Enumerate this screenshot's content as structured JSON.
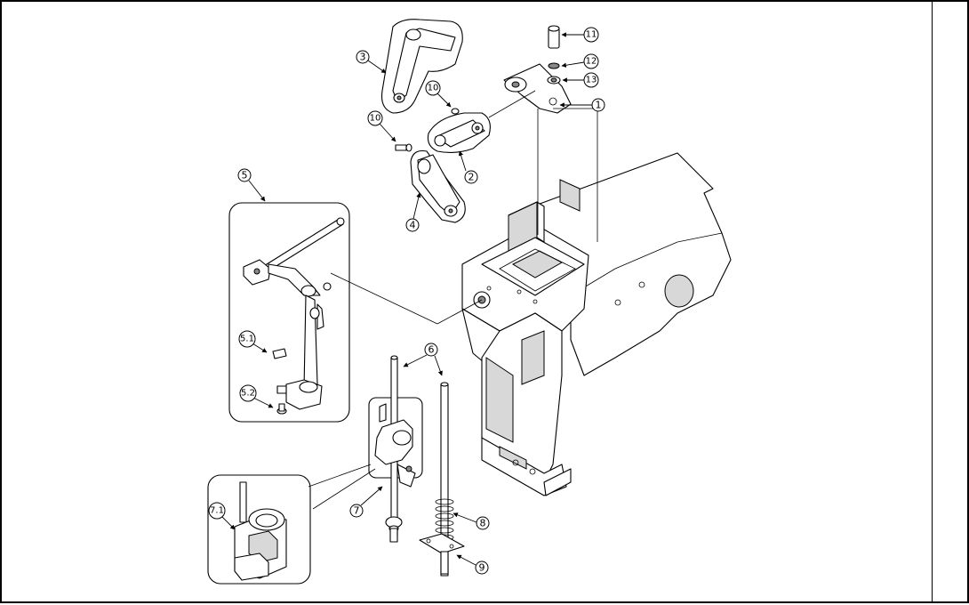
{
  "callouts": [
    {
      "id": "c1",
      "label": "1"
    },
    {
      "id": "c2",
      "label": "2"
    },
    {
      "id": "c3",
      "label": "3"
    },
    {
      "id": "c4",
      "label": "4"
    },
    {
      "id": "c5",
      "label": "5"
    },
    {
      "id": "c51",
      "label": "5.1"
    },
    {
      "id": "c52",
      "label": "5.2"
    },
    {
      "id": "c6",
      "label": "6"
    },
    {
      "id": "c7",
      "label": "7"
    },
    {
      "id": "c71",
      "label": "7.1"
    },
    {
      "id": "c8",
      "label": "8"
    },
    {
      "id": "c9",
      "label": "9"
    },
    {
      "id": "c10a",
      "label": "10"
    },
    {
      "id": "c10b",
      "label": "10"
    },
    {
      "id": "c11",
      "label": "11"
    },
    {
      "id": "c12",
      "label": "12"
    },
    {
      "id": "c13",
      "label": "13"
    }
  ]
}
